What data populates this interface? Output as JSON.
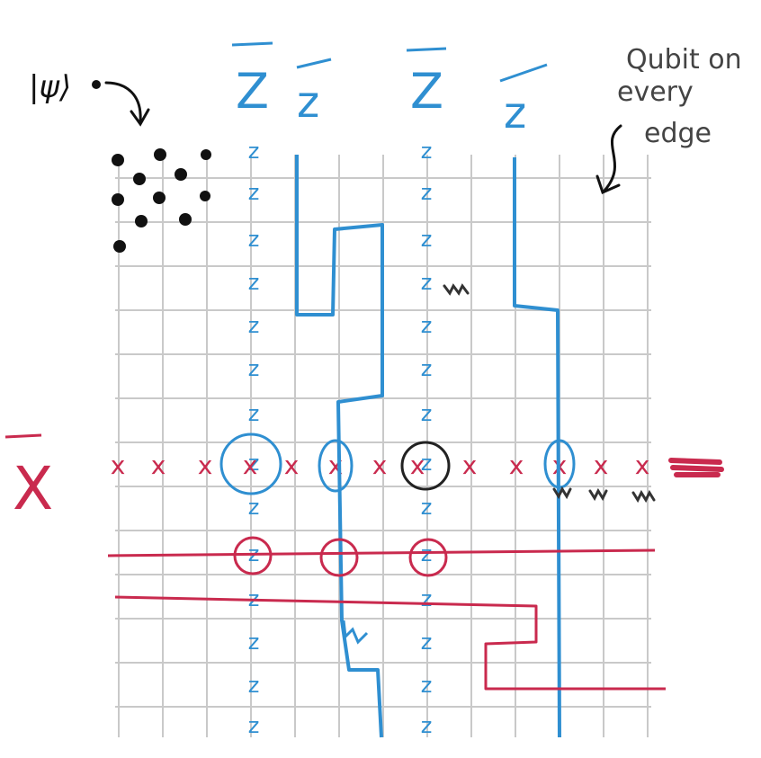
{
  "annotations": {
    "state_label": "|ψ⟩",
    "note_line1": "Qubit on",
    "note_line2": "every",
    "note_line3": "edge"
  },
  "operators": {
    "zbar": "Z",
    "xbar": "X",
    "z": "z",
    "x": "x"
  },
  "colors": {
    "grid": "#c9c9c9",
    "blue": "#2f8fd1",
    "red": "#c92a4e",
    "black": "#111111"
  }
}
